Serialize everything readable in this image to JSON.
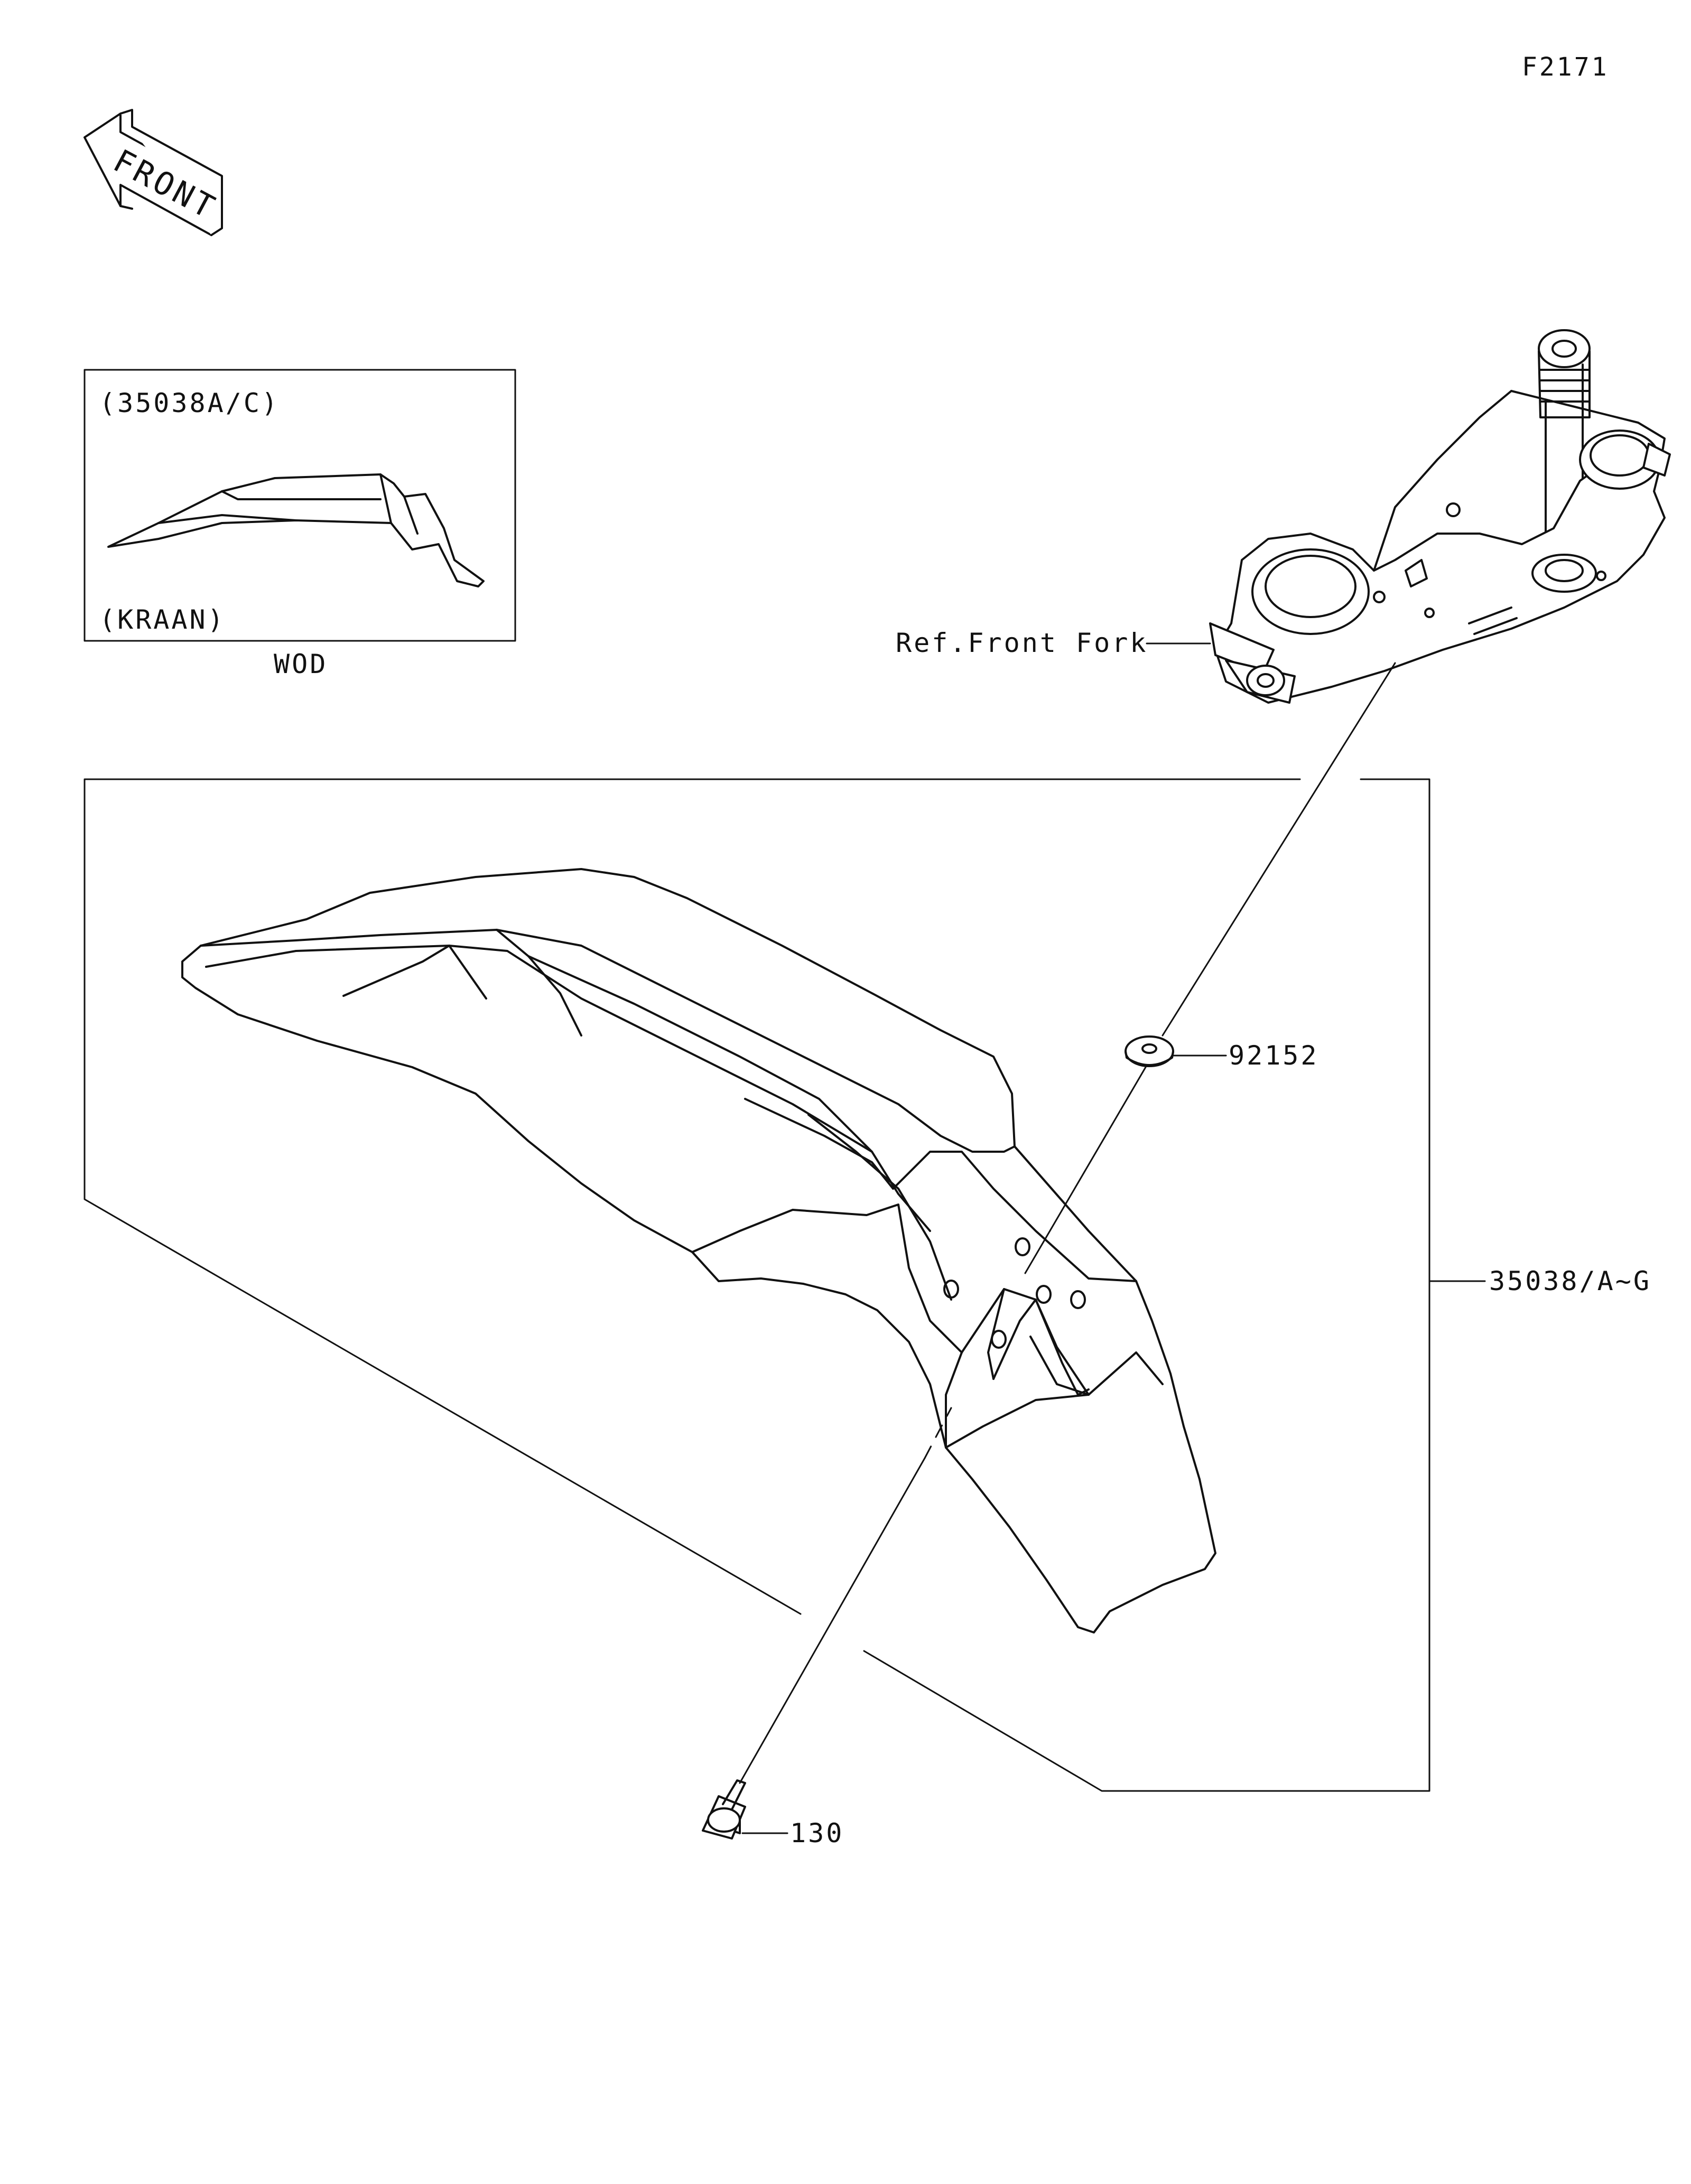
{
  "diagram_code": "F2171",
  "front_arrow": {
    "text": "FRONT",
    "icon": "front-direction-arrow-icon"
  },
  "inset": {
    "top_label": "(35038A/C)",
    "bottom_label": "(KRAAN)",
    "caption": "WOD"
  },
  "callouts": {
    "ref_front_fork": "Ref.Front Fork",
    "washer": "92152",
    "fender": "35038/A~G",
    "bolt": "130"
  },
  "parts": {
    "steering_stem": "steering-stem-icon",
    "front_fender": "front-fender-icon",
    "washer": "washer-icon",
    "bolt": "bolt-icon"
  }
}
